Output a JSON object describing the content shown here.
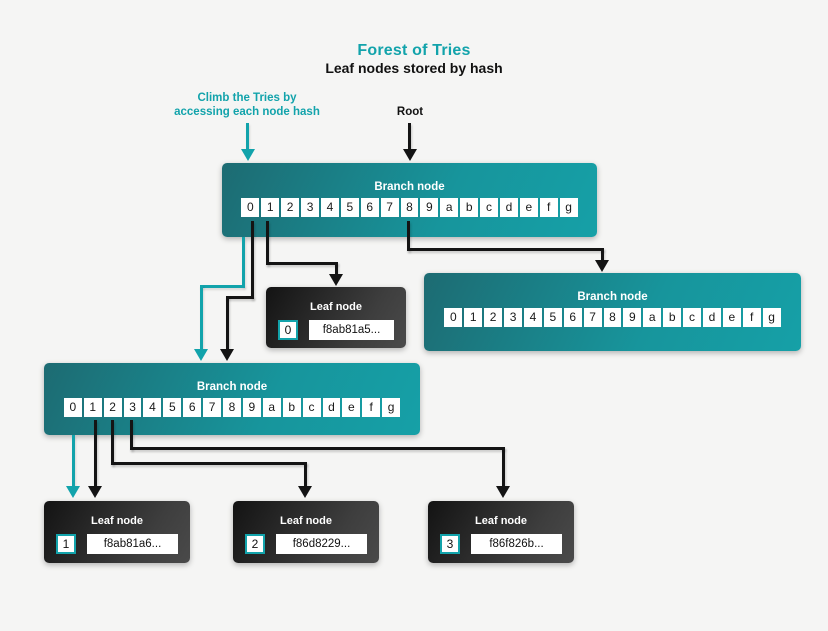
{
  "title": "Forest of Tries",
  "subtitle": "Leaf nodes stored by hash",
  "annotations": {
    "climb": "Climb the Tries by\naccessing each node hash",
    "root": "Root"
  },
  "colors": {
    "accent_teal": "#12a3ab",
    "branch_gradient_dark": "#1d6b72",
    "branch_gradient_light": "#16a0a7",
    "leaf_gradient_dark": "#131313",
    "leaf_gradient_light": "#4a4a4a",
    "connector_black": "#141414",
    "background": "#f5f5f4"
  },
  "branch_nodes": [
    {
      "label": "Branch node",
      "cells": [
        "0",
        "1",
        "2",
        "3",
        "4",
        "5",
        "6",
        "7",
        "8",
        "9",
        "a",
        "b",
        "c",
        "d",
        "e",
        "f",
        "g"
      ]
    },
    {
      "label": "Branch node",
      "cells": [
        "0",
        "1",
        "2",
        "3",
        "4",
        "5",
        "6",
        "7",
        "8",
        "9",
        "a",
        "b",
        "c",
        "d",
        "e",
        "f",
        "g"
      ]
    },
    {
      "label": "Branch node",
      "cells": [
        "0",
        "1",
        "2",
        "3",
        "4",
        "5",
        "6",
        "7",
        "8",
        "9",
        "a",
        "b",
        "c",
        "d",
        "e",
        "f",
        "g"
      ]
    }
  ],
  "leaf_nodes": [
    {
      "label": "Leaf node",
      "index": "0",
      "hash": "f8ab81a5..."
    },
    {
      "label": "Leaf node",
      "index": "1",
      "hash": "f8ab81a6..."
    },
    {
      "label": "Leaf node",
      "index": "2",
      "hash": "f86d8229..."
    },
    {
      "label": "Leaf node",
      "index": "3",
      "hash": "f86f826b..."
    }
  ]
}
